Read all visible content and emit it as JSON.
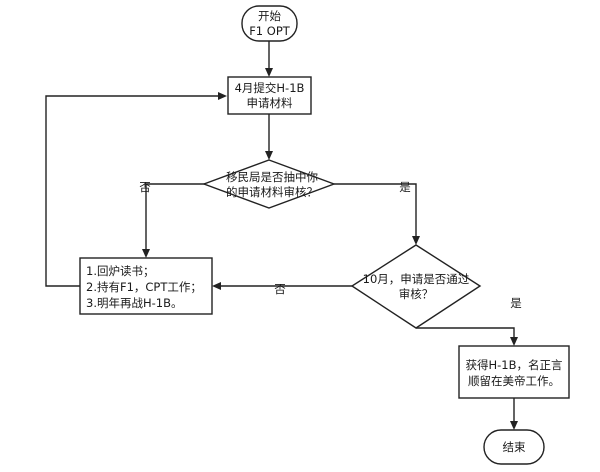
{
  "nodes": {
    "start": {
      "lines": [
        "开始",
        "F1 OPT"
      ]
    },
    "submit": {
      "lines": [
        "4月提交H-1B",
        "申请材料"
      ]
    },
    "lottery": {
      "lines": [
        "移民局是否抽中你",
        "的申请材料审核？"
      ]
    },
    "fallback": {
      "lines": [
        "1.回炉读书；",
        "2.持有F1，CPT工作；",
        "3.明年再战H-1B。"
      ]
    },
    "review": {
      "lines": [
        "10月，申请是否通过",
        "审核？"
      ]
    },
    "success": {
      "lines": [
        "获得H-1B，名正言",
        "顺留在美帝工作。"
      ]
    },
    "end": {
      "lines": [
        "结束"
      ]
    }
  },
  "edge_labels": {
    "lottery_no": "否",
    "lottery_yes": "是",
    "review_no": "否",
    "review_yes": "是"
  }
}
